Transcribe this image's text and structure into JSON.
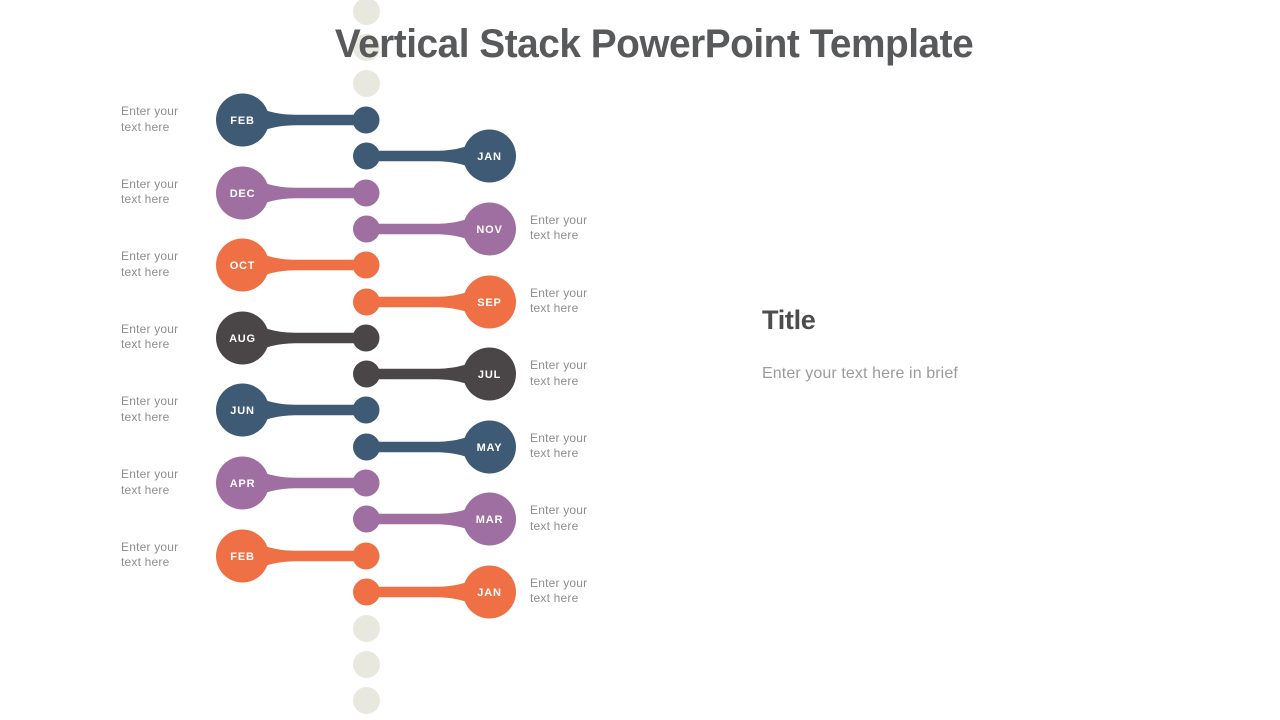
{
  "slide": {
    "title": "Vertical Stack PowerPoint Template",
    "panel": {
      "title": "Title",
      "subtitle": "Enter your text here in brief"
    }
  },
  "colors": {
    "navy": "#3E5A74",
    "purple": "#9E6FA0",
    "orange": "#EE7044",
    "gray": "#4A4648",
    "dot": "#E9E8DE",
    "title_text": "#58595B",
    "label_text": "#8E8E8E",
    "month_text": "#FFFFFF"
  },
  "timeline": {
    "placeholder_text": "Enter your text here",
    "top_dots": 3,
    "bottom_dots": 3,
    "items": [
      {
        "month": "FEB",
        "side": "left",
        "color": "navy",
        "label": "Enter your text here"
      },
      {
        "month": "JAN",
        "side": "right",
        "color": "navy",
        "label": null
      },
      {
        "month": "DEC",
        "side": "left",
        "color": "purple",
        "label": "Enter your text here"
      },
      {
        "month": "NOV",
        "side": "right",
        "color": "purple",
        "label": "Enter your text here"
      },
      {
        "month": "OCT",
        "side": "left",
        "color": "orange",
        "label": "Enter your text here"
      },
      {
        "month": "SEP",
        "side": "right",
        "color": "orange",
        "label": "Enter your text here"
      },
      {
        "month": "AUG",
        "side": "left",
        "color": "gray",
        "label": "Enter your text here"
      },
      {
        "month": "JUL",
        "side": "right",
        "color": "gray",
        "label": "Enter your text here"
      },
      {
        "month": "JUN",
        "side": "left",
        "color": "navy",
        "label": "Enter your text here"
      },
      {
        "month": "MAY",
        "side": "right",
        "color": "navy",
        "label": "Enter your text here"
      },
      {
        "month": "APR",
        "side": "left",
        "color": "purple",
        "label": "Enter your text here"
      },
      {
        "month": "MAR",
        "side": "right",
        "color": "purple",
        "label": "Enter your text here"
      },
      {
        "month": "FEB",
        "side": "left",
        "color": "orange",
        "label": "Enter your text here"
      },
      {
        "month": "JAN",
        "side": "right",
        "color": "orange",
        "label": "Enter your text here"
      }
    ]
  }
}
